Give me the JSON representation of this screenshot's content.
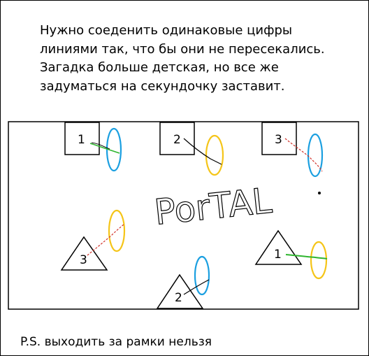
{
  "caption": {
    "lines": [
      "Нужно соеденить одинаковые цифры",
      "линиями так, что бы они не пересекались.",
      "Загадка больше детская, но все же",
      "задуматься на секундочку заставит."
    ]
  },
  "puzzle": {
    "box_numbers": [
      "1",
      "2",
      "3"
    ],
    "triangle_numbers": [
      "3",
      "2",
      "1"
    ],
    "scribble_text": "PorTAL"
  },
  "footnote": "P.S. выходить за рамки нельзя",
  "colors": {
    "portal_blue": "#1a9fe0",
    "portal_orange": "#f5c518",
    "line_green": "#2fb52f",
    "line_red": "#d2332b",
    "ink": "#000000"
  }
}
